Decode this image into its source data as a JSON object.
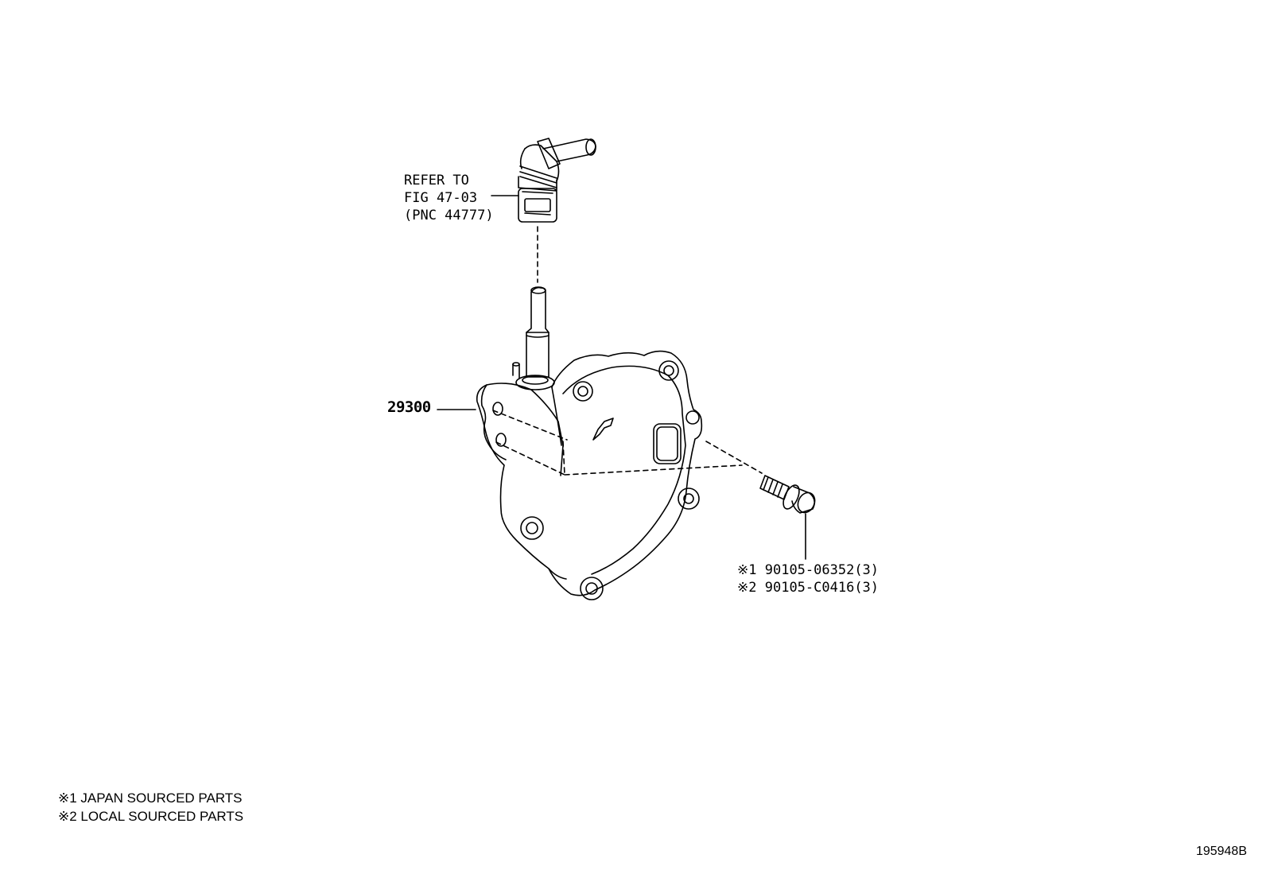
{
  "reference_callout": {
    "lines": [
      "REFER TO",
      "FIG 47-03",
      "(PNC 44777)"
    ]
  },
  "parts": {
    "pump_part_number": "29300",
    "bolt_part_numbers": [
      {
        "mark": "※1",
        "number": "90105-06352(3)"
      },
      {
        "mark": "※2",
        "number": "90105-C0416(3)"
      }
    ]
  },
  "legend": {
    "rows": [
      {
        "mark": "※1",
        "text": "JAPAN SOURCED PARTS"
      },
      {
        "mark": "※2",
        "text": "LOCAL SOURCED PARTS"
      }
    ]
  },
  "illustration_id": "195948B",
  "colors": {
    "line": "#000000",
    "background": "#ffffff"
  }
}
